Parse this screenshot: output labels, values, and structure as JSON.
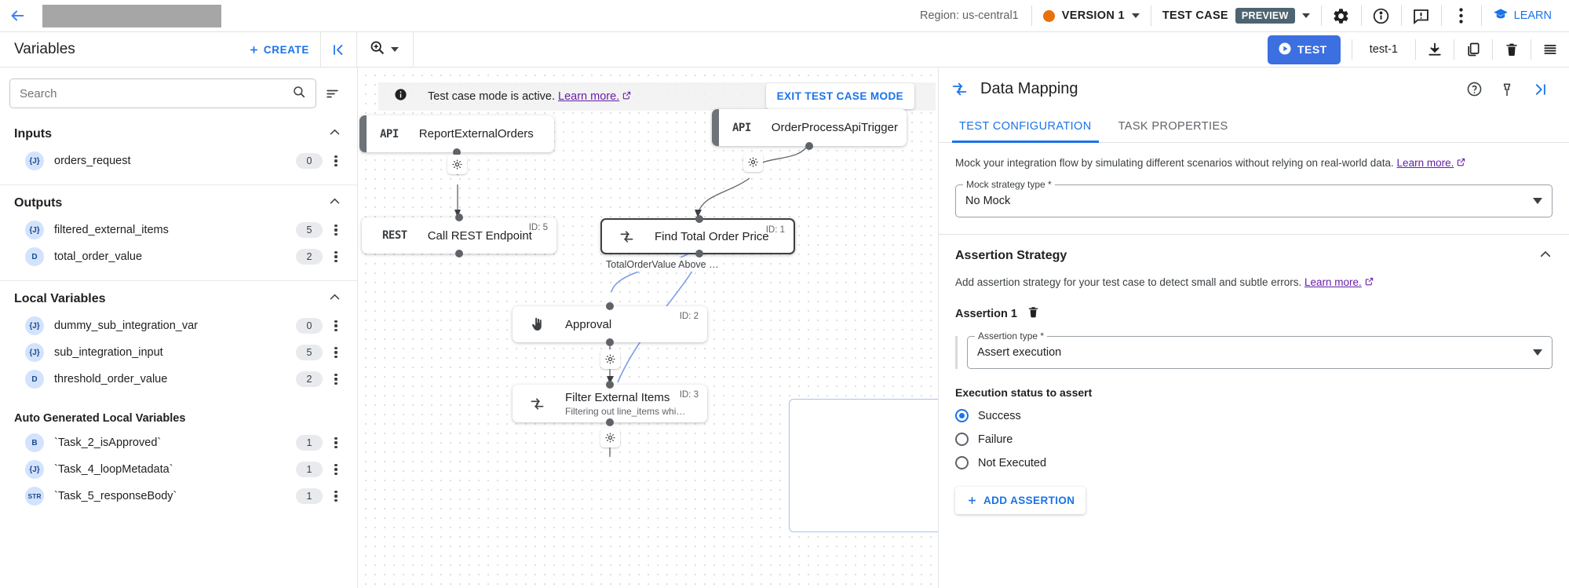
{
  "topbar": {
    "back_icon": "arrow-left-icon",
    "title_redacted": "",
    "region_label": "Region: us-central1",
    "version_label": "VERSION 1",
    "version_dot_color": "#e8710a",
    "testcase_label": "TEST CASE",
    "preview_badge": "PREVIEW",
    "settings_icon": "gear-icon",
    "info_icon": "info-icon",
    "feedback_icon": "feedback-icon",
    "more_icon": "more-vertical-icon",
    "learn_label": "LEARN",
    "learn_icon": "graduation-cap-icon"
  },
  "toolbar": {
    "variables_title": "Variables",
    "create_label": "CREATE",
    "collapse_icon": "collapse-left-icon",
    "zoom_icon": "zoom-in-icon",
    "test_label": "TEST",
    "test_name": "test-1",
    "download_icon": "download-icon",
    "copy_icon": "copy-icon",
    "delete_icon": "trash-icon",
    "logs_icon": "list-logs-icon"
  },
  "sidebar": {
    "search_placeholder": "Search",
    "search_value": "",
    "sort_icon": "sort-icon",
    "sections": [
      {
        "title": "Inputs",
        "items": [
          {
            "type": "{J}",
            "name": "orders_request",
            "count": "0"
          }
        ]
      },
      {
        "title": "Outputs",
        "items": [
          {
            "type": "{J}",
            "name": "filtered_external_items",
            "count": "5"
          },
          {
            "type": "D",
            "name": "total_order_value",
            "count": "2"
          }
        ]
      },
      {
        "title": "Local Variables",
        "items": [
          {
            "type": "{J}",
            "name": "dummy_sub_integration_var",
            "count": "0"
          },
          {
            "type": "{J}",
            "name": "sub_integration_input",
            "count": "5"
          },
          {
            "type": "D",
            "name": "threshold_order_value",
            "count": "2"
          }
        ]
      },
      {
        "title": "Auto Generated Local Variables",
        "items": [
          {
            "type": "B",
            "name": "`Task_2_isApproved`",
            "count": "1"
          },
          {
            "type": "{J}",
            "name": "`Task_4_loopMetadata`",
            "count": "1"
          },
          {
            "type": "STR",
            "name": "`Task_5_responseBody`",
            "count": "1"
          }
        ]
      }
    ]
  },
  "canvas": {
    "banner_text": "Test case mode is active.",
    "banner_link": "Learn more.",
    "banner_icon": "info-filled-icon",
    "exit_button": "EXIT TEST CASE MODE",
    "nodes": [
      {
        "type": "API",
        "label": "ReportExternalOrders",
        "id": ""
      },
      {
        "type": "API",
        "label": "OrderProcessApiTrigger",
        "id": ""
      },
      {
        "type": "REST",
        "label": "Call REST Endpoint",
        "id": "ID: 5"
      },
      {
        "type": "",
        "label": "Find Total Order Price",
        "id": "ID: 1",
        "icon": "mapping-icon"
      },
      {
        "type": "",
        "label": "Approval",
        "id": "ID: 2",
        "icon": "approval-hand-icon"
      },
      {
        "type": "",
        "label": "Filter External Items",
        "sub": "Filtering out line_items whi…",
        "id": "ID: 3",
        "icon": "mapping-icon"
      }
    ],
    "edge_label": "TotalOrderValue Above …"
  },
  "rpanel": {
    "title": "Data Mapping",
    "title_icon": "data-mapping-icon",
    "help_icon": "help-circle-icon",
    "pin_icon": "pin-icon",
    "expand_icon": "collapse-right-icon",
    "tabs": [
      {
        "label": "TEST CONFIGURATION",
        "active": true
      },
      {
        "label": "TASK PROPERTIES",
        "active": false
      }
    ],
    "mock_desc": "Mock your integration flow by simulating different scenarios without relying on real-world data.",
    "mock_desc_link": "Learn more.",
    "mock_field_label": "Mock strategy type *",
    "mock_field_value": "No Mock",
    "assertion_section_title": "Assertion Strategy",
    "assertion_desc": "Add assertion strategy for your test case to detect small and subtle errors.",
    "assertion_desc_link": "Learn more.",
    "assertion_item_label": "Assertion 1",
    "assertion_delete_icon": "trash-icon",
    "assertion_type_label": "Assertion type *",
    "assertion_type_value": "Assert execution",
    "status_title": "Execution status to assert",
    "status_options": [
      {
        "label": "Success",
        "selected": true
      },
      {
        "label": "Failure",
        "selected": false
      },
      {
        "label": "Not Executed",
        "selected": false
      }
    ],
    "add_assertion_label": "ADD ASSERTION"
  }
}
